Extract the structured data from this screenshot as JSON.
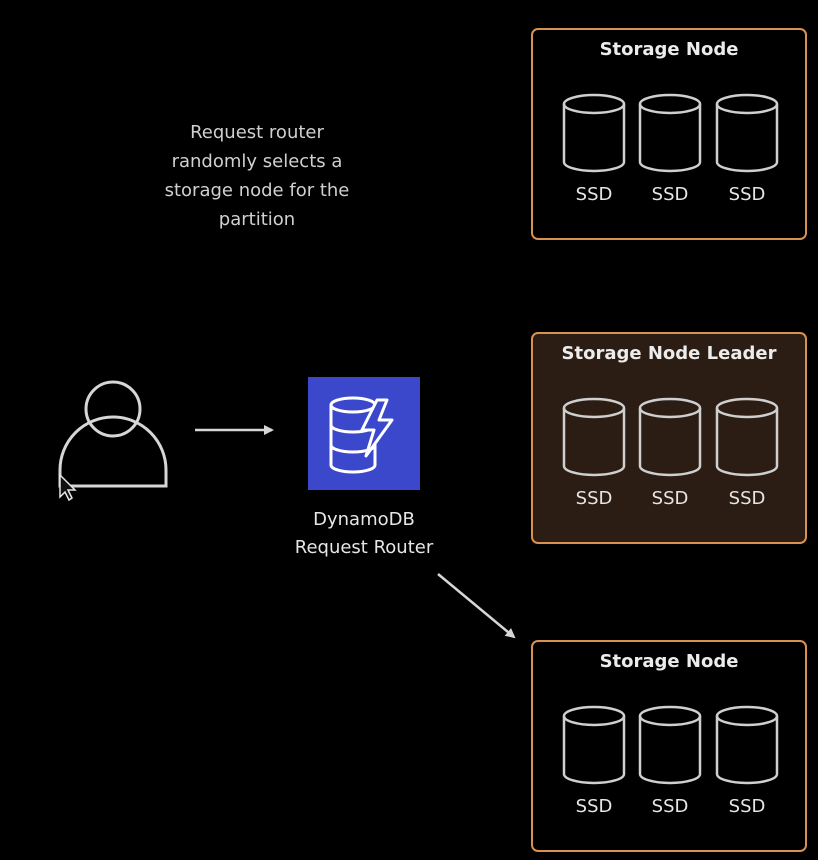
{
  "caption": [
    "Request router",
    "randomly selects a",
    "storage node for the",
    "partition"
  ],
  "router": {
    "label_line1": "DynamoDB",
    "label_line2": "Request Router",
    "icon": "dynamodb-icon",
    "color": "#3b48cc"
  },
  "user": {
    "icon": "user-icon"
  },
  "cursor": {
    "icon": "mouse-pointer-icon"
  },
  "nodes": [
    {
      "title": "Storage Node",
      "disks": [
        "SSD",
        "SSD",
        "SSD"
      ]
    },
    {
      "title": "Storage Node Leader",
      "disks": [
        "SSD",
        "SSD",
        "SSD"
      ]
    },
    {
      "title": "Storage Node",
      "disks": [
        "SSD",
        "SSD",
        "SSD"
      ]
    }
  ],
  "colors": {
    "background": "#000000",
    "node_border": "#d9914f",
    "leader_fill": "#2b1d13",
    "line": "#d6d6d6"
  }
}
